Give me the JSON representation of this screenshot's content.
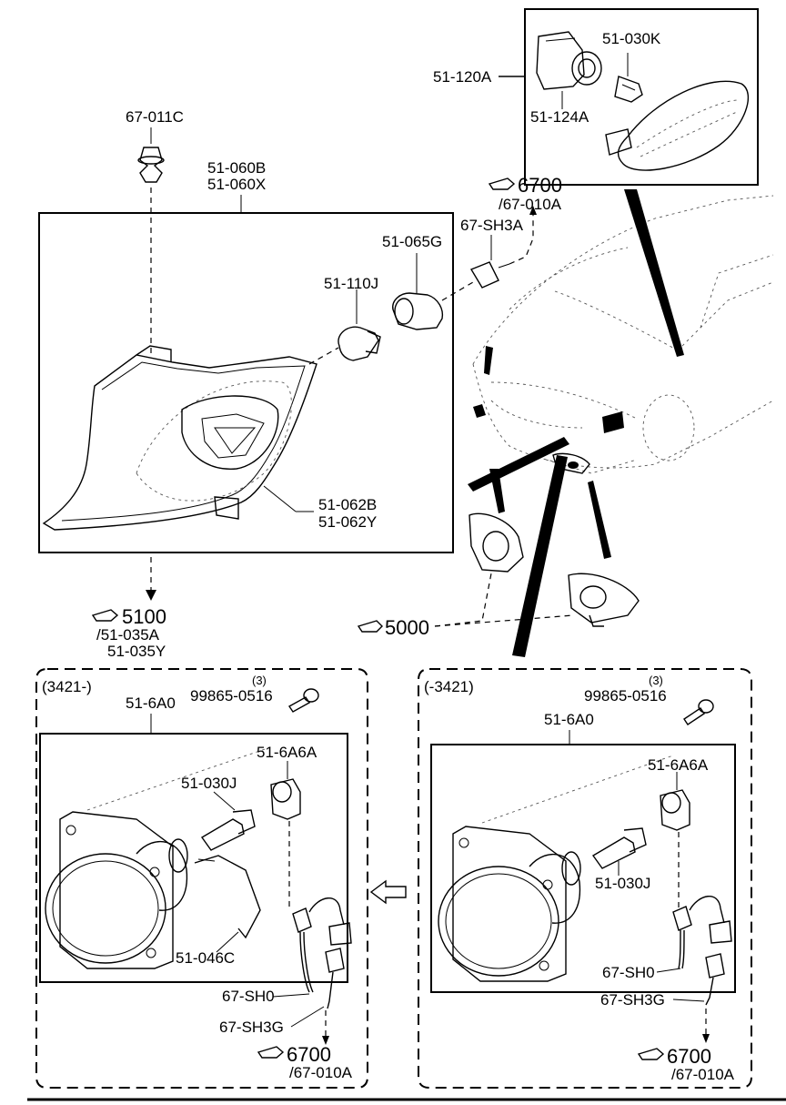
{
  "callouts": {
    "lens_top": "51-030K",
    "side_marker_assy": "51-120A",
    "side_socket": "51-124A",
    "clip": "67-011C",
    "front_combo_1": "51-060B",
    "front_combo_2": "51-060X",
    "ref_6700_top": "6700",
    "ref_67010a_top": "/67-010A",
    "sh3a": "67-SH3A",
    "socket_065g": "51-065G",
    "bulb_110j": "51-110J",
    "lens_062b": "51-062B",
    "lens_062y": "51-062Y",
    "ref_5100": "5100",
    "ref_035a": "/51-035A",
    "ref_035y": "51-035Y",
    "ref_5000": "5000"
  },
  "left_panel": {
    "range": "(3421-)",
    "screw": "99865-0516",
    "screw_qty": "(3)",
    "fog_assy": "51-6A0",
    "socket": "51-6A6A",
    "bulb": "51-030J",
    "spring": "51-046C",
    "sh0": "67-SH0",
    "sh3g": "67-SH3G",
    "ref_6700": "6700",
    "ref_67010a": "/67-010A"
  },
  "right_panel": {
    "range": "(-3421)",
    "screw": "99865-0516",
    "screw_qty": "(3)",
    "fog_assy": "51-6A0",
    "socket": "51-6A6A",
    "bulb": "51-030J",
    "sh0": "67-SH0",
    "sh3g": "67-SH3G",
    "ref_6700": "6700",
    "ref_67010a": "/67-010A"
  },
  "icons": [
    "pointing-hand-icon",
    "hollow-arrow-icon"
  ]
}
